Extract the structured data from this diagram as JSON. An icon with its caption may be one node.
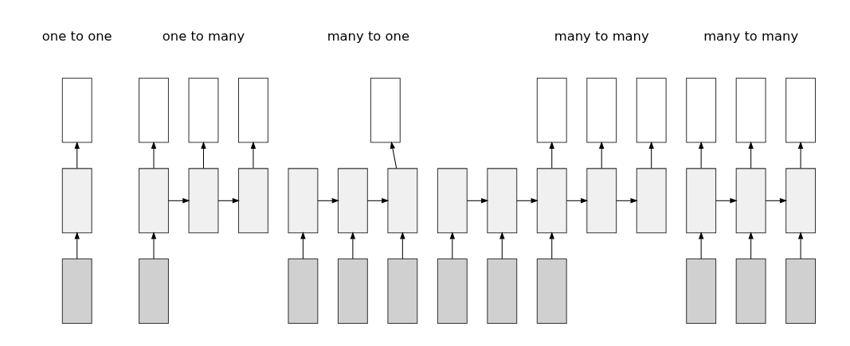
{
  "diagram": {
    "nodes": [
      {
        "text": [],
        "shape": "box"
      },
      {
        "text": [],
        "shape": "box"
      },
      {
        "text": [],
        "shape": "box"
      },
      {
        "text": [],
        "shape": "box"
      },
      {
        "text": [],
        "shape": "box"
      },
      {
        "text": [],
        "shape": "box"
      },
      {
        "text": [],
        "shape": "box"
      },
      {
        "text": [],
        "shape": "box"
      },
      {
        "text": [],
        "shape": "box"
      },
      {
        "text": [],
        "shape": "box"
      },
      {
        "text": [],
        "shape": "box"
      },
      {
        "text": [],
        "shape": "box"
      },
      {
        "text": [],
        "shape": "box"
      },
      {
        "text": [],
        "shape": "box"
      },
      {
        "text": [],
        "shape": "box"
      },
      {
        "text": [],
        "shape": "box"
      },
      {
        "text": [],
        "shape": "box"
      },
      {
        "text": [],
        "shape": "box"
      },
      {
        "text": [],
        "shape": "box"
      },
      {
        "text": [],
        "shape": "box"
      },
      {
        "text": [],
        "shape": "box"
      },
      {
        "text": [],
        "shape": "box"
      },
      {
        "text": [],
        "shape": "box"
      },
      {
        "text": [],
        "shape": "box"
      },
      {
        "text": [],
        "shape": "box"
      },
      {
        "text": [],
        "shape": "box"
      },
      {
        "text": [],
        "shape": "box"
      },
      {
        "text": [],
        "shape": "box"
      },
      {
        "text": [],
        "shape": "box"
      },
      {
        "text": [],
        "shape": "box"
      },
      {
        "text": [],
        "shape": "box"
      },
      {
        "text": [],
        "shape": "box"
      },
      {
        "text": [],
        "shape": "box"
      },
      {
        "text": [],
        "shape": "box"
      },
      {
        "text": [],
        "shape": "box"
      },
      {
        "text": [],
        "shape": "box"
      },
      {
        "text": [],
        "shape": "box"
      }
    ],
    "edges": [
      {
        "from": 2,
        "to": 1,
        "arrow": "to"
      },
      {
        "from": 1,
        "to": 0,
        "arrow": "to"
      },
      {
        "from": 9,
        "to": 6,
        "arrow": "to"
      },
      {
        "from": 6,
        "to": 3,
        "arrow": "to"
      },
      {
        "from": 6,
        "to": 7,
        "arrow": "to"
      },
      {
        "from": 7,
        "to": 4,
        "arrow": "to"
      },
      {
        "from": 7,
        "to": 8,
        "arrow": "to"
      },
      {
        "from": 8,
        "to": 5,
        "arrow": "to"
      },
      {
        "from": 14,
        "to": 11,
        "arrow": "to"
      },
      {
        "from": 15,
        "to": 12,
        "arrow": "to"
      },
      {
        "from": 16,
        "to": 13,
        "arrow": "to"
      },
      {
        "from": 11,
        "to": 12,
        "arrow": "to"
      },
      {
        "from": 12,
        "to": 13,
        "arrow": "to"
      },
      {
        "from": 13,
        "to": 10,
        "arrow": "to"
      },
      {
        "from": 25,
        "to": 20,
        "arrow": "to"
      },
      {
        "from": 26,
        "to": 21,
        "arrow": "to"
      },
      {
        "from": 27,
        "to": 22,
        "arrow": "to"
      },
      {
        "from": 20,
        "to": 21,
        "arrow": "to"
      },
      {
        "from": 21,
        "to": 22,
        "arrow": "to"
      },
      {
        "from": 22,
        "to": 23,
        "arrow": "to"
      },
      {
        "from": 23,
        "to": 24,
        "arrow": "to"
      },
      {
        "from": 22,
        "to": 17,
        "arrow": "to"
      },
      {
        "from": 23,
        "to": 18,
        "arrow": "to"
      },
      {
        "from": 24,
        "to": 19,
        "arrow": "to"
      },
      {
        "from": 34,
        "to": 31,
        "arrow": "to"
      },
      {
        "from": 35,
        "to": 32,
        "arrow": "to"
      },
      {
        "from": 36,
        "to": 33,
        "arrow": "to"
      },
      {
        "from": 31,
        "to": 32,
        "arrow": "to"
      },
      {
        "from": 32,
        "to": 33,
        "arrow": "to"
      },
      {
        "from": 31,
        "to": 28,
        "arrow": "to"
      },
      {
        "from": 32,
        "to": 29,
        "arrow": "to"
      },
      {
        "from": 33,
        "to": 30,
        "arrow": "to"
      }
    ],
    "labels": [
      "one to one",
      "one to many",
      "many to one",
      "many to many",
      "many to many"
    ]
  }
}
